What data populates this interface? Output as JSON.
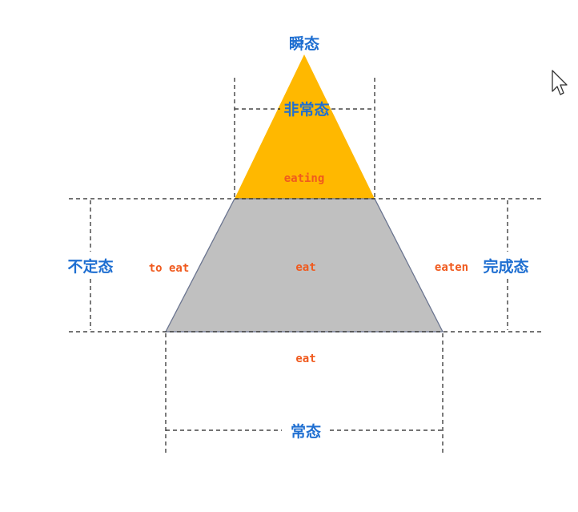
{
  "colors": {
    "top_triangle": "#ffb800",
    "trapezoid": "#c0c0c0",
    "label_blue": "#1f6fd1",
    "label_red": "#f05a1e"
  },
  "labels": {
    "instant": "瞬态",
    "non_regular": "非常态",
    "eating": "eating",
    "indefinite": "不定态",
    "to_eat": "to eat",
    "eat_middle": "eat",
    "eaten": "eaten",
    "perfect": "完成态",
    "eat_bottom": "eat",
    "regular": "常态"
  },
  "icons": {
    "cursor": "mouse-pointer-icon"
  }
}
